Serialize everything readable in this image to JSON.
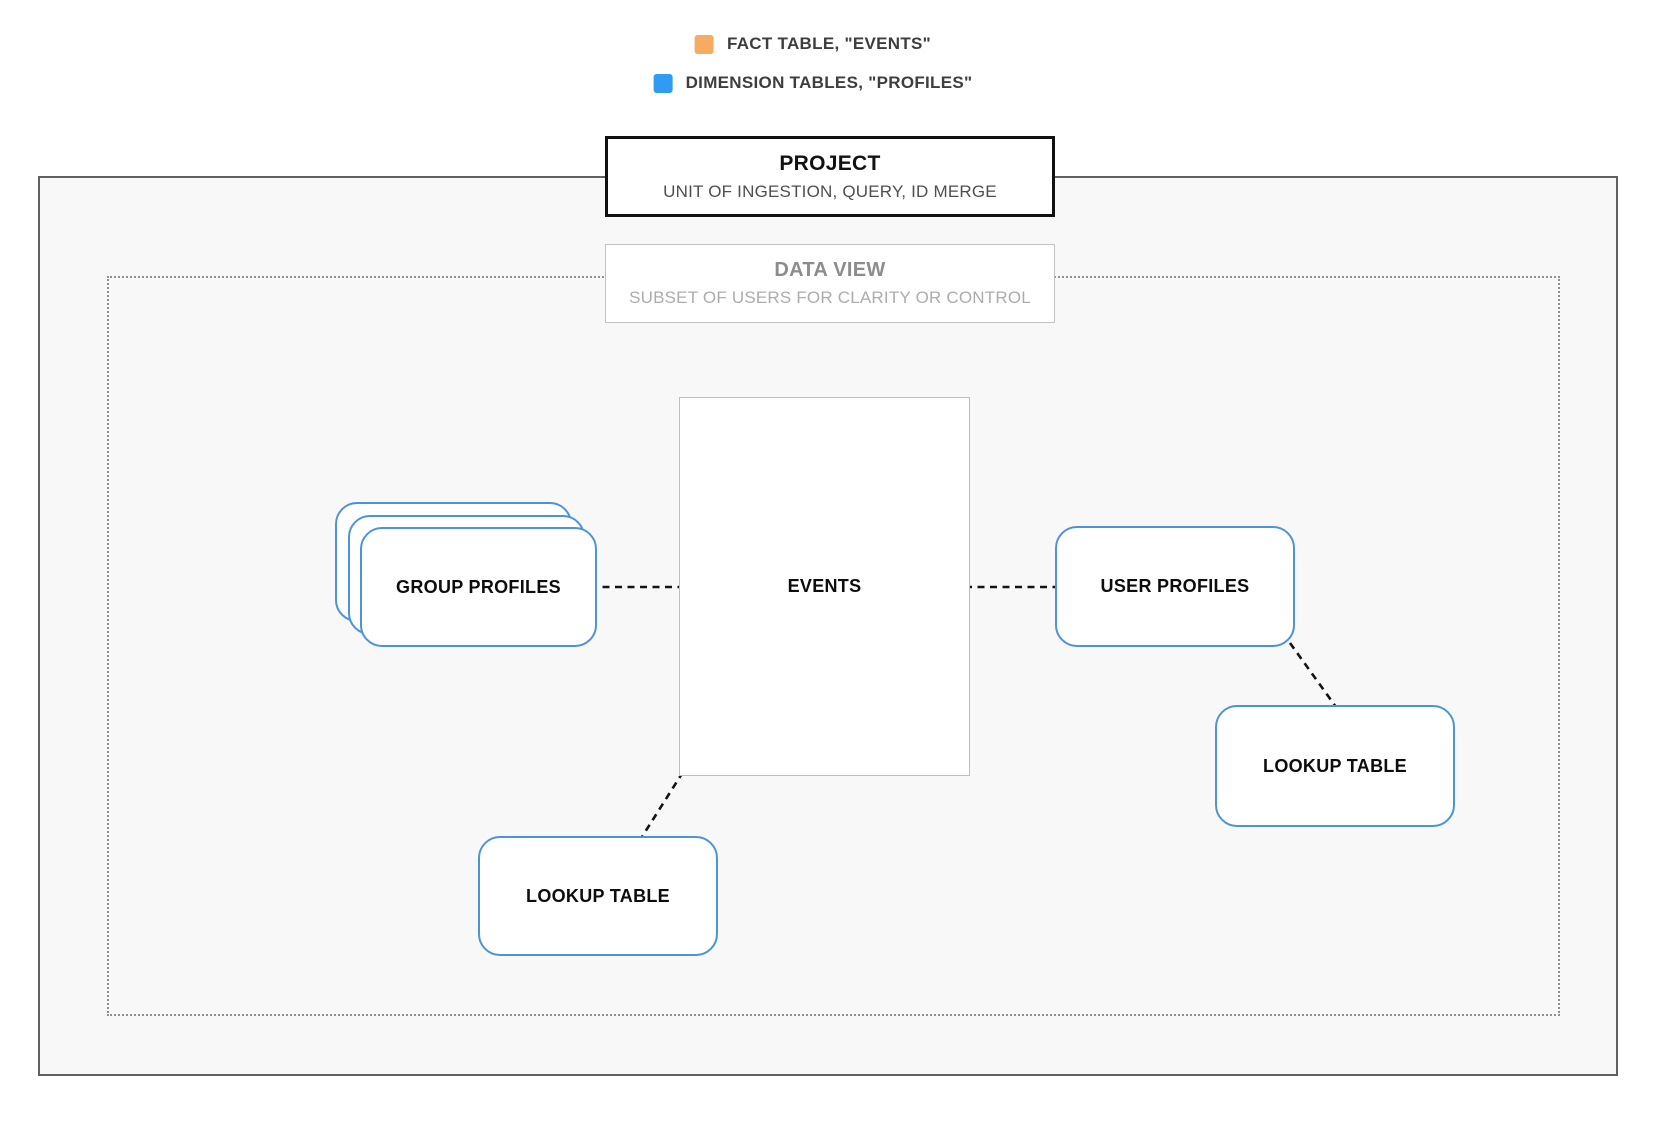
{
  "legend": {
    "items": [
      {
        "id": "fact-table",
        "label": "FACT TABLE, \"EVENTS\"",
        "color": "#f5ab60"
      },
      {
        "id": "dimension-tables",
        "label": "DIMENSION TABLES, \"PROFILES\"",
        "color": "#2f9bf1"
      }
    ]
  },
  "project": {
    "title": "PROJECT",
    "subtitle": "UNIT OF INGESTION, QUERY, ID MERGE"
  },
  "data_view": {
    "title": "DATA VIEW",
    "subtitle": "SUBSET OF USERS FOR CLARITY OR CONTROL"
  },
  "nodes": {
    "events": {
      "label": "EVENTS",
      "border_color": "#e9b676"
    },
    "group_profiles": {
      "label": "GROUP PROFILES",
      "border_color": "#4d93d8"
    },
    "user_profiles": {
      "label": "USER PROFILES",
      "border_color": "#4d93d8"
    },
    "lookup_left": {
      "label": "LOOKUP TABLE",
      "border_color": "#4d93d8"
    },
    "lookup_right": {
      "label": "LOOKUP TABLE",
      "border_color": "#4d93d8"
    }
  },
  "colors": {
    "outer_border": "#616161",
    "dotted_border": "#8f8f8f",
    "inner_background": "#f8f8f8",
    "connector": "#141414"
  }
}
